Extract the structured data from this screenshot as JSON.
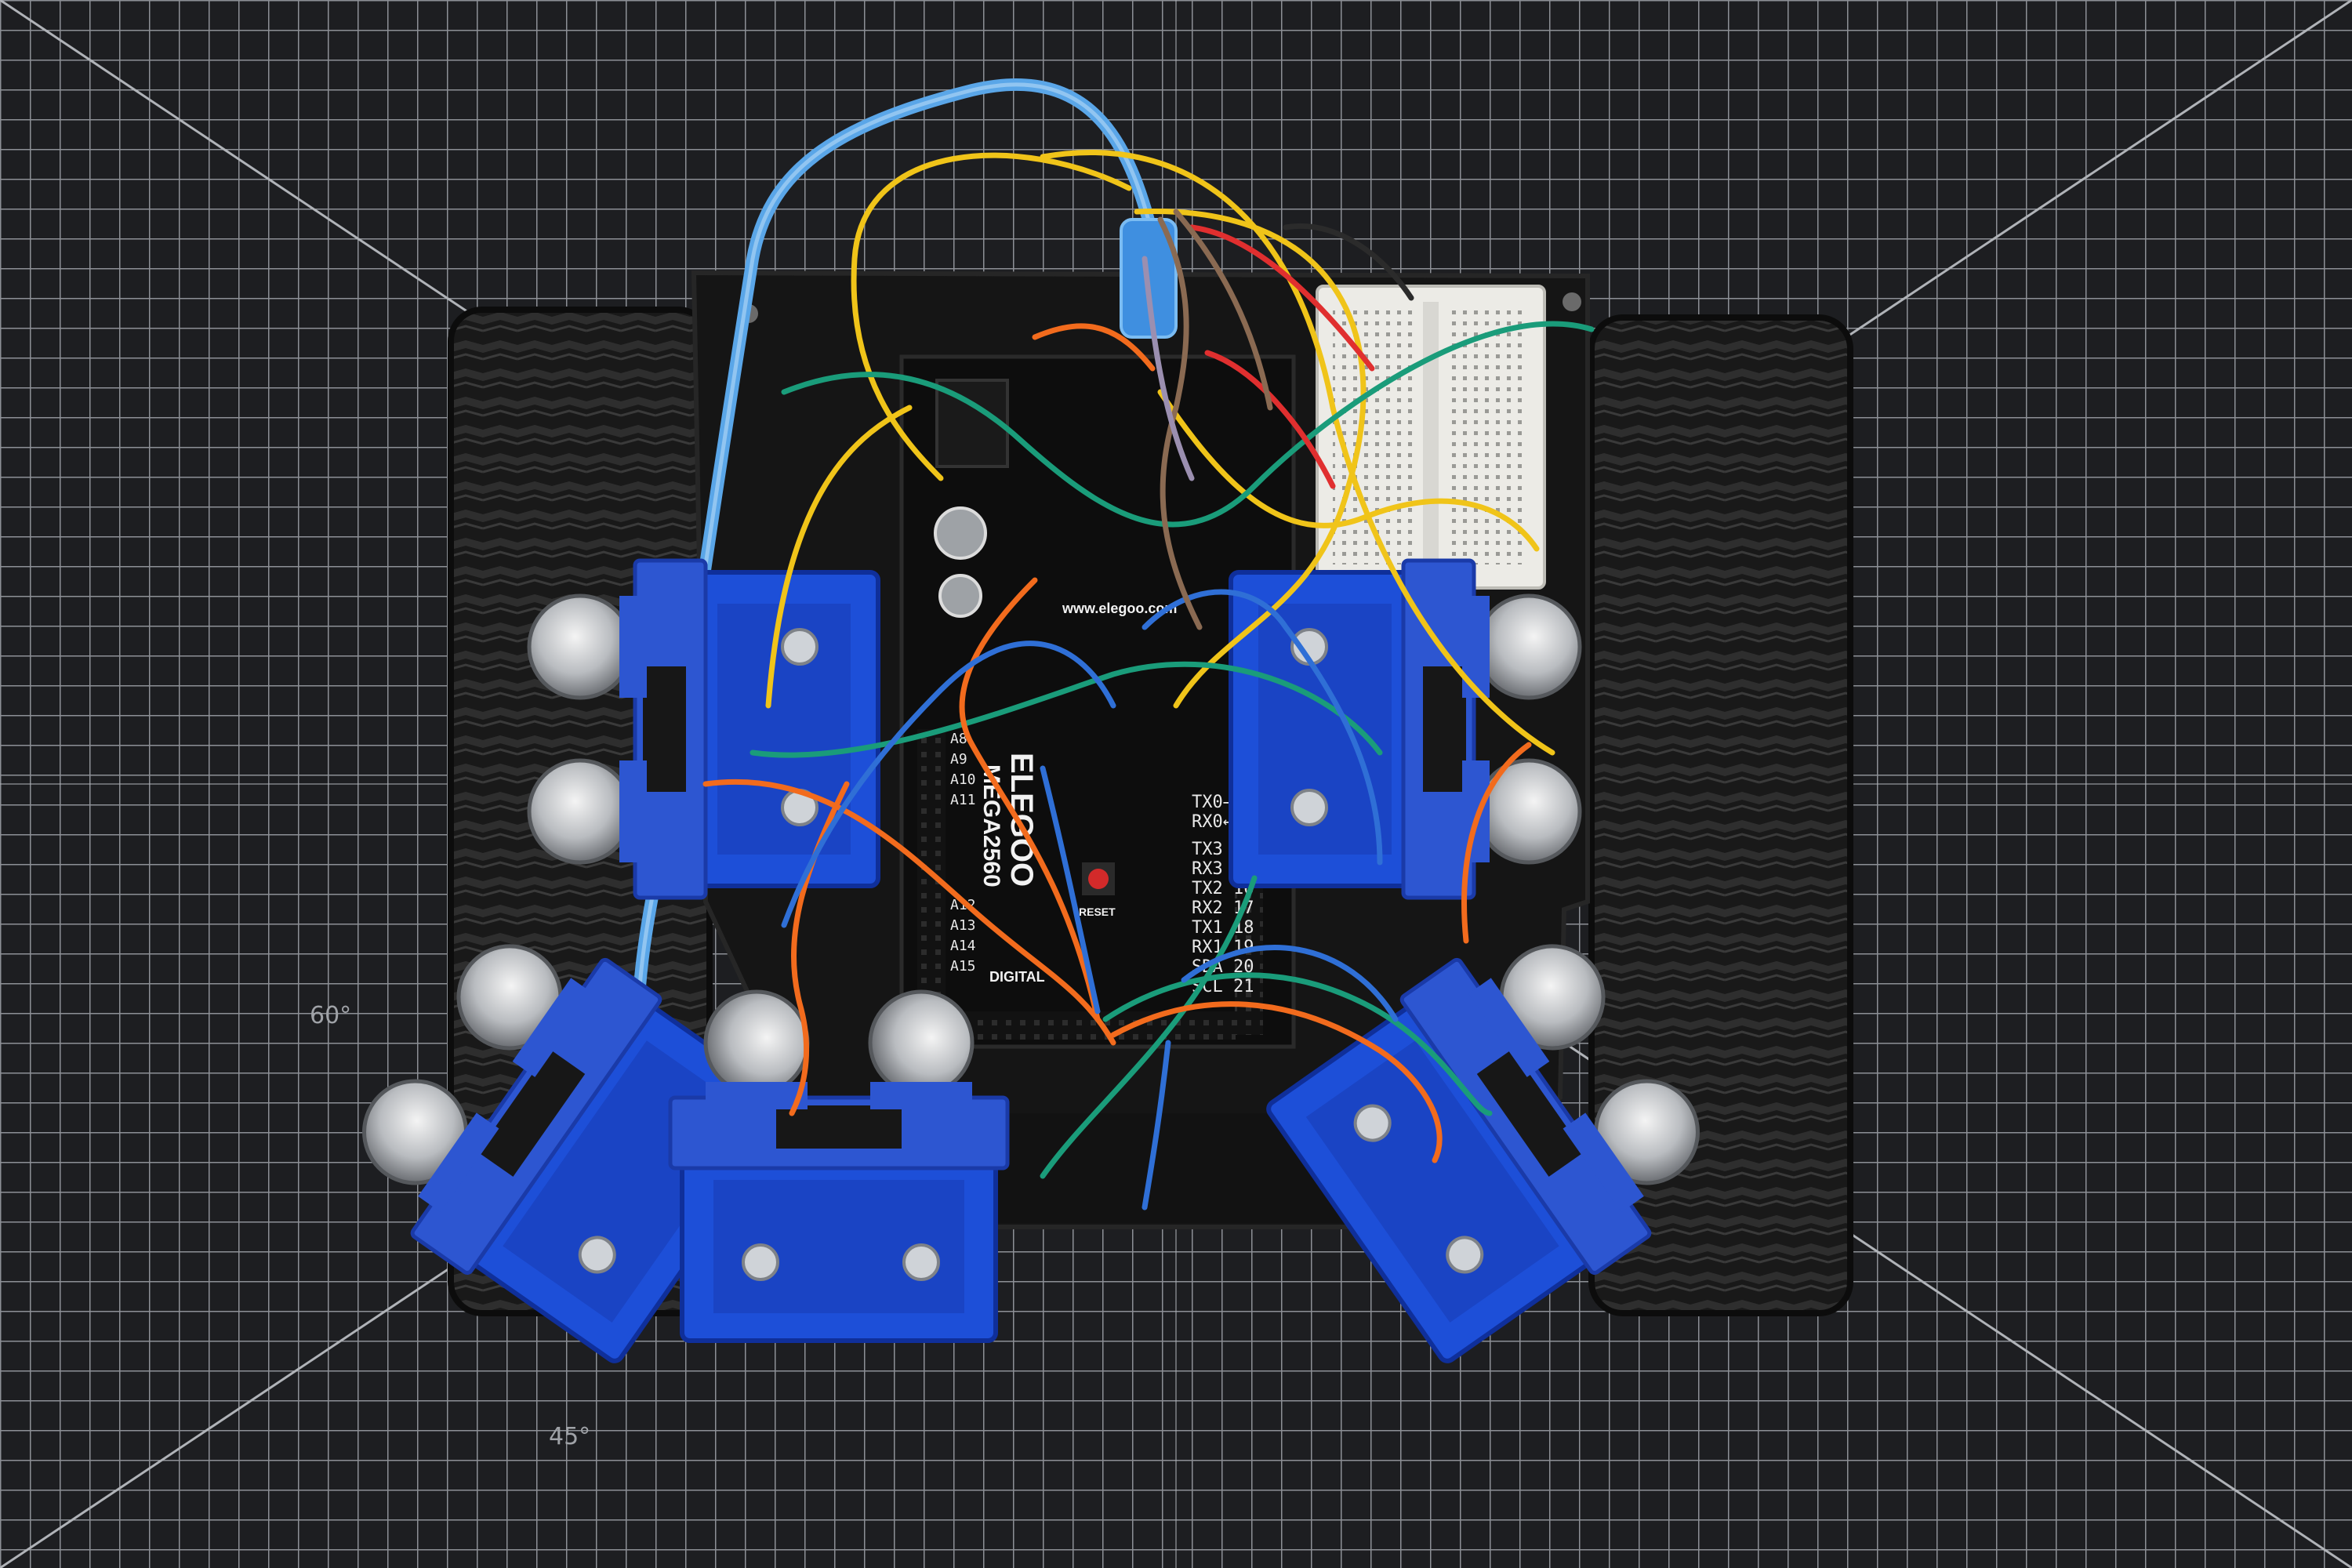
{
  "scene": {
    "board_brand": "ELEGOO",
    "board_model": "MEGA2560",
    "board_site": "www.elegoo.com",
    "reset_label": "RESET",
    "digital_label": "DIGITAL",
    "pin_labels": [
      "TX0→1",
      "RX0←0",
      "TX3 14",
      "RX3 15",
      "TX2 16",
      "RX2 17",
      "TX1 18",
      "RX1 19",
      "SDA 20",
      "SCL 21"
    ],
    "analog_labels": [
      "A8",
      "A9",
      "A10",
      "A11",
      "A12",
      "A13",
      "A14",
      "A15"
    ],
    "mat_marks": [
      "60°",
      "45°"
    ],
    "wire_colors": [
      "#f0c419",
      "#1a9c7a",
      "#f26b1d",
      "#2f6fd6",
      "#e02f2f",
      "#8a6a52",
      "#9b8fb0",
      "#2b2b2b"
    ],
    "sensor_count": 7,
    "sensor_color": "#1d4fd8",
    "cable_color": "#5aa6e8"
  }
}
